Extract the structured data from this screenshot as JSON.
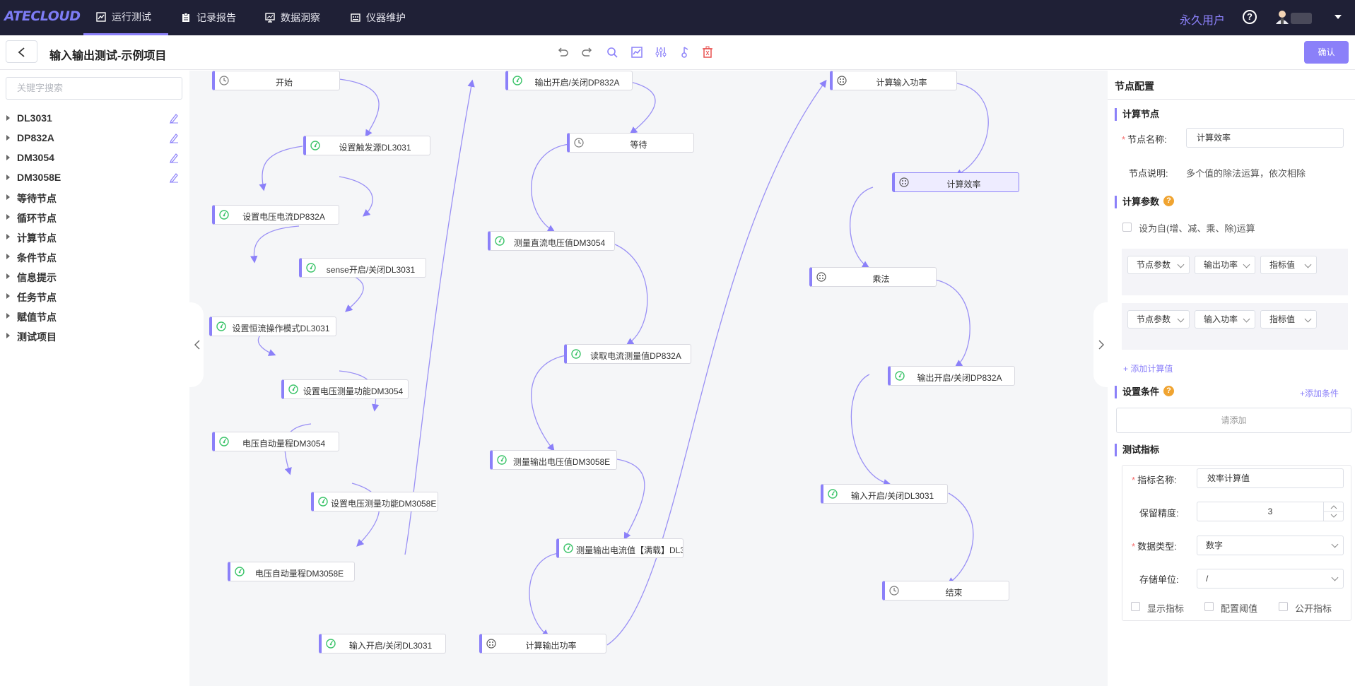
{
  "app": {
    "logo": "ATECLOUD"
  },
  "nav": {
    "tabs": [
      {
        "label": "运行测试",
        "icon": "chart-line-icon"
      },
      {
        "label": "记录报告",
        "icon": "clipboard-icon"
      },
      {
        "label": "数据洞察",
        "icon": "monitor-chart-icon"
      },
      {
        "label": "仪器维护",
        "icon": "instrument-icon"
      }
    ],
    "user_label": "永久用户",
    "help": "?"
  },
  "subbar": {
    "title": "输入输出测试-示例项目",
    "confirm_label": "确认"
  },
  "left": {
    "search_placeholder": "关键字搜索",
    "tree": [
      "DL3031",
      "DP832A",
      "DM3054",
      "DM3058E",
      "等待节点",
      "循环节点",
      "计算节点",
      "条件节点",
      "信息提示",
      "任务节点",
      "赋值节点",
      "测试项目"
    ]
  },
  "flow": {
    "nodes": [
      {
        "label": "开始",
        "icon": "clock-icon"
      },
      {
        "label": "设置触发源DL3031",
        "icon": "gauge-icon"
      },
      {
        "label": "设置电压电流DP832A",
        "icon": "gauge-icon"
      },
      {
        "label": "sense开启/关闭DL3031",
        "icon": "gauge-icon"
      },
      {
        "label": "设置恒流操作模式DL3031",
        "icon": "gauge-icon"
      },
      {
        "label": "设置电压测量功能DM3054",
        "icon": "gauge-icon"
      },
      {
        "label": "电压自动量程DM3054",
        "icon": "gauge-icon"
      },
      {
        "label": "设置电压测量功能DM3058E",
        "icon": "gauge-icon"
      },
      {
        "label": "电压自动量程DM3058E",
        "icon": "gauge-icon"
      },
      {
        "label": "输入开启/关闭DL3031",
        "icon": "gauge-icon"
      },
      {
        "label": "输出开启/关闭DP832A",
        "icon": "gauge-icon"
      },
      {
        "label": "等待",
        "icon": "clock-icon"
      },
      {
        "label": "测量直流电压值DM3054",
        "icon": "gauge-icon"
      },
      {
        "label": "读取电流测量值DP832A",
        "icon": "gauge-icon"
      },
      {
        "label": "测量输出电压值DM3058E",
        "icon": "gauge-icon"
      },
      {
        "label": "测量输出电流值【满载】DL3",
        "icon": "gauge-icon"
      },
      {
        "label": "计算输出功率",
        "icon": "calc-icon"
      },
      {
        "label": "计算输入功率",
        "icon": "calc-icon"
      },
      {
        "label": "计算效率",
        "icon": "calc-icon"
      },
      {
        "label": "乘法",
        "icon": "calc-icon"
      },
      {
        "label": "输出开启/关闭DP832A",
        "icon": "gauge-icon"
      },
      {
        "label": "输入开启/关闭DL3031",
        "icon": "gauge-icon"
      },
      {
        "label": "结束",
        "icon": "clock-icon"
      }
    ]
  },
  "config": {
    "title": "节点配置",
    "calc_node": {
      "section": "计算节点",
      "name_label": "节点名称:",
      "name_value": "计算效率",
      "desc_label": "节点说明:",
      "desc_value": "多个值的除法运算，依次相除"
    },
    "params": {
      "section": "计算参数",
      "help": "?",
      "self_op_label": "设为自(增、减、乘、除)运算",
      "rows": [
        {
          "a": "节点参数",
          "b": "输出功率",
          "c": "指标值"
        },
        {
          "a": "节点参数",
          "b": "输入功率",
          "c": "指标值"
        }
      ],
      "add_label": "+ 添加计算值"
    },
    "conditions": {
      "section": "设置条件",
      "help": "?",
      "add_label": "+添加条件",
      "placeholder": "请添加"
    },
    "indicator": {
      "section": "测试指标",
      "name_label": "指标名称:",
      "name_value": "效率计算值",
      "precision_label": "保留精度:",
      "precision_value": "3",
      "type_label": "数据类型:",
      "type_value": "数字",
      "unit_label": "存储单位:",
      "unit_value": "/",
      "checks": [
        "显示指标",
        "配置阈值",
        "公开指标"
      ]
    }
  },
  "colors": {
    "accent": "#8b80f9",
    "nav_bg": "#1f2036",
    "node_icon": "#3cc46a",
    "help": "#f0a431"
  }
}
